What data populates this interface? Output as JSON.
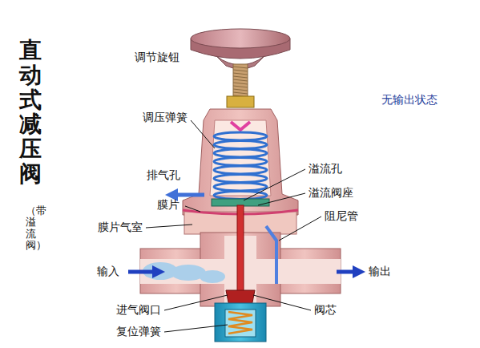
{
  "diagram": {
    "title": "直动式减压阀",
    "labels": [
      "调节旋钮",
      "调压弹簧",
      "排气孔",
      "溢流孔",
      "溢流阀座",
      "膜片",
      "阻尼管",
      "膜片气室",
      "输入",
      "输出",
      "进气阀口",
      "阀芯",
      "复位弹簧",
      "无输出状态",
      "（带溢流阀）"
    ]
  }
}
